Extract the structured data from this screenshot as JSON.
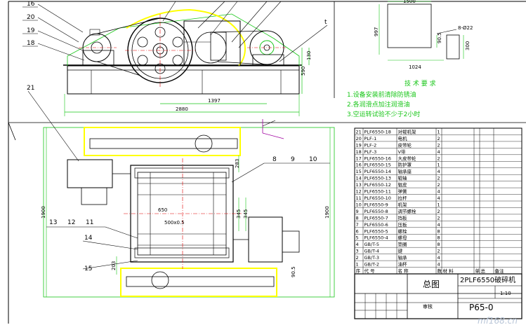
{
  "colors": {
    "line": "#000000",
    "outline_green": "#17c617",
    "highlight_yellow": "#ffff00",
    "centerline_red": "#e00000",
    "axis_purple": "#a000a0",
    "watermark": "#b9c6d8"
  },
  "elevation_view": {
    "part_numbers": [
      "16",
      "20",
      "19",
      "18"
    ],
    "dimensions": {
      "overall_length": "2880",
      "center_distance": "1397",
      "height_a": "130",
      "height_b": "590",
      "top_left": "t"
    }
  },
  "detail_view": {
    "dimensions": {
      "width_top": "1500",
      "height_left": "997",
      "small": "90.5",
      "width_bottom": "1024",
      "hole": "8-Ø22",
      "height_right": "300"
    }
  },
  "tech_requirements": {
    "title": "技 术 要 求",
    "lines": [
      "1.设备安装前清除防锈油",
      "2.各润滑点加注润滑油",
      "3.空运转试验不少于2小时"
    ]
  },
  "plan_view": {
    "part_numbers_top": [
      "8",
      "9",
      "10"
    ],
    "part_numbers_left": [
      "13",
      "12",
      "11",
      "14",
      "15",
      "21"
    ],
    "dimensions": {
      "overall_height_left": "1900",
      "overall_height_right": "1900",
      "gap_left": "345",
      "gap_right": "345",
      "roll_text": "500x0.5",
      "inner": "650",
      "side": "283",
      "lower": "203",
      "bottom_right": "90.5"
    }
  },
  "bom": {
    "rows": [
      [
        "21",
        "PLF6550-18",
        "对辊机架",
        "1",
        "",
        "",
        "",
        ""
      ],
      [
        "20",
        "PLF-1",
        "电机",
        "2",
        "",
        "",
        "",
        ""
      ],
      [
        "19",
        "PLF-2",
        "皮带轮",
        "2",
        "",
        "",
        "",
        ""
      ],
      [
        "18",
        "PLF-3",
        "V带",
        "4",
        "",
        "",
        "",
        ""
      ],
      [
        "17",
        "PLF6550-16",
        "大皮带轮",
        "2",
        "",
        "",
        "",
        ""
      ],
      [
        "16",
        "PLF6550-15",
        "防护罩",
        "1",
        "",
        "",
        "",
        ""
      ],
      [
        "15",
        "PLF6550-14",
        "轴承座",
        "4",
        "",
        "",
        "",
        ""
      ],
      [
        "14",
        "PLF6550-13",
        "辊轴",
        "2",
        "",
        "",
        "",
        ""
      ],
      [
        "13",
        "PLF6550-12",
        "辊皮",
        "2",
        "",
        "",
        "",
        ""
      ],
      [
        "12",
        "PLF6550-11",
        "弹簧",
        "4",
        "",
        "",
        "",
        ""
      ],
      [
        "11",
        "PLF6550-10",
        "拉杆",
        "4",
        "",
        "",
        "",
        ""
      ],
      [
        "10",
        "PLF6550-9",
        "机架",
        "1",
        "",
        "",
        "",
        ""
      ],
      [
        "9",
        "PLF6550-8",
        "调节螺栓",
        "2",
        "",
        "",
        "",
        ""
      ],
      [
        "8",
        "PLF6550-7",
        "挡板",
        "2",
        "",
        "",
        "",
        ""
      ],
      [
        "7",
        "PLF6550-6",
        "压板",
        "4",
        "",
        "",
        "",
        ""
      ],
      [
        "6",
        "PLF6550-5",
        "螺栓",
        "8",
        "",
        "",
        "",
        ""
      ],
      [
        "5",
        "PLF6550-4",
        "螺母",
        "8",
        "",
        "",
        "",
        ""
      ],
      [
        "4",
        "GB/T-5",
        "垫圈",
        "8",
        "",
        "",
        "",
        ""
      ],
      [
        "3",
        "GB/T-4",
        "键",
        "2",
        "",
        "",
        "",
        ""
      ],
      [
        "2",
        "GB/T-3",
        "轴承",
        "4",
        "",
        "",
        "",
        ""
      ],
      [
        "1",
        "GB/T-2",
        "油杯",
        "4",
        "",
        "",
        "",
        ""
      ],
      [
        "序",
        "代 号",
        "名 称",
        "数",
        "材 料",
        "单",
        "总",
        "备注"
      ]
    ]
  },
  "title_block": {
    "drawing_name": "2PLF6550破碎机",
    "view_label": "总图",
    "drawing_no": "P65-0",
    "scale": "1:10",
    "signature": "审核"
  },
  "watermark": "mf168.cn"
}
